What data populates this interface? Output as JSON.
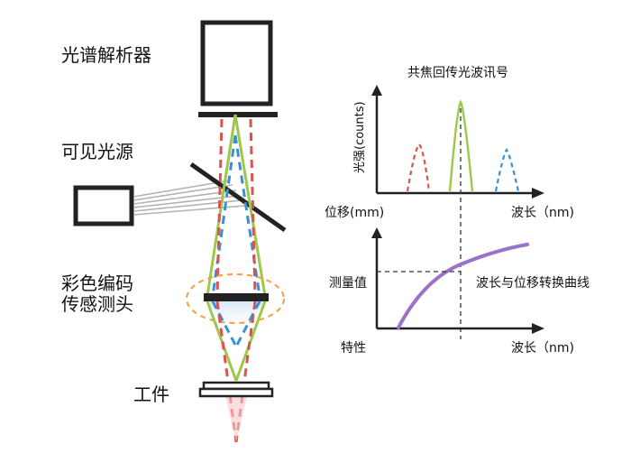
{
  "labels": {
    "spectrometer": "光谱解析器",
    "light_source": "可见光源",
    "sensor_line1": "彩色编码",
    "sensor_line2": "传感测头",
    "workpiece": "工件",
    "signal_title": "共焦回传光波讯号",
    "y_axis_intensity": "光强(counts)",
    "x_axis_displacement": "位移(mm)",
    "x_axis_wavelength_top": "波长（nm)",
    "measured_value": "测量值",
    "curve_label": "波长与位移转换曲线",
    "characteristic": "特性",
    "x_axis_wavelength_bottom": "波长（nm)"
  },
  "colors": {
    "red": "#d9534f",
    "blue": "#3b8fd4",
    "green": "#9dc84a",
    "purple": "#9b72c9",
    "orange": "#f0a040",
    "dark": "#222222",
    "gray": "#9a9a9a"
  }
}
